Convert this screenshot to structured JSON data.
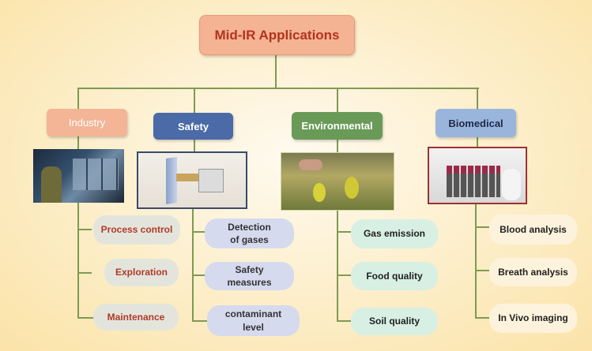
{
  "title": "Mid-IR Applications",
  "categories": [
    {
      "label": "Industry",
      "color": "#f3b596",
      "items": [
        "Process control",
        "Exploration",
        "Maintenance"
      ]
    },
    {
      "label": "Safety",
      "color": "#4a6aa8",
      "items": [
        "Detection of gases",
        "Safety measures",
        "contaminant level"
      ]
    },
    {
      "label": "Environmental",
      "color": "#6a9a58",
      "items": [
        "Gas emission",
        "Food quality",
        "Soil quality"
      ]
    },
    {
      "label": "Biomedical",
      "color": "#9ab5dc",
      "items": [
        "Blood analysis",
        "Breath analysis",
        "In Vivo imaging"
      ]
    }
  ],
  "images": [
    "industry-control-room-photo",
    "gas-sensor-device-photo",
    "plant-seedlings-photo",
    "blood-sample-tubes-photo"
  ]
}
